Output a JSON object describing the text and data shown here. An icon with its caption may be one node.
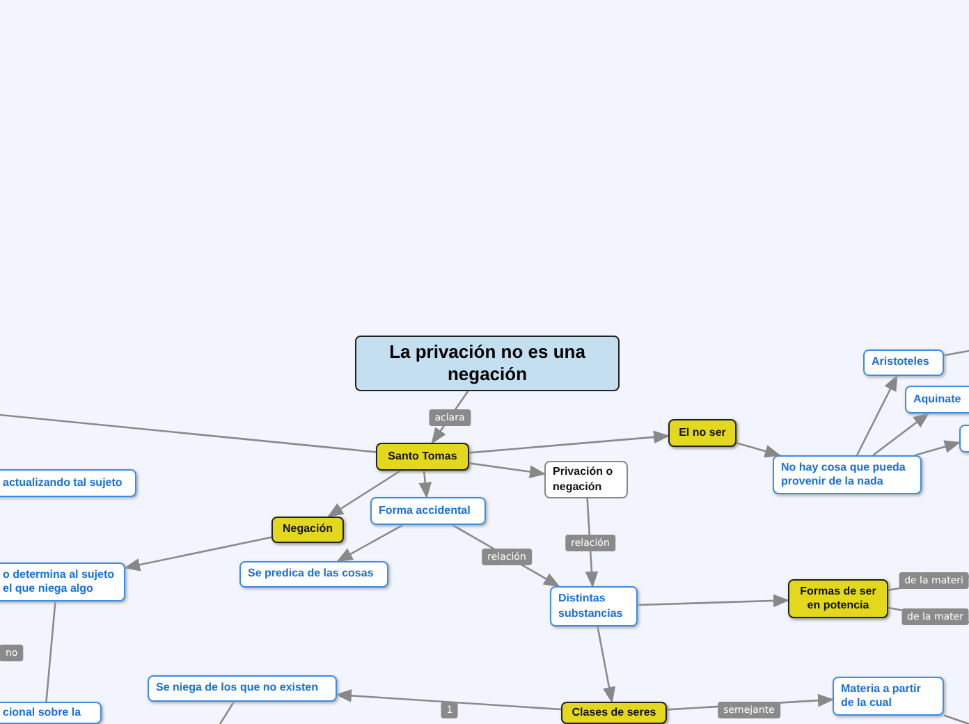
{
  "diagram": {
    "nodes": [
      {
        "text": [
          "La privación no es una negación"
        ]
      },
      {
        "text": [
          "Santo Tomas"
        ]
      },
      {
        "text": [
          "El no ser"
        ]
      },
      {
        "text": [
          "Privación o negación"
        ]
      },
      {
        "text": [
          "Negación"
        ]
      },
      {
        "text": [
          "Forma accidental"
        ]
      },
      {
        "text": [
          "actualizando tal sujeto"
        ]
      },
      {
        "text": [
          "o determina al sujeto el que niega algo"
        ]
      },
      {
        "text": [
          "Se predica de las cosas"
        ]
      },
      {
        "text": [
          "No hay cosa que pueda provenir de la nada"
        ]
      },
      {
        "text": [
          "Aristoteles"
        ]
      },
      {
        "text": [
          "Aquinate"
        ]
      },
      {
        "text": [],
        "shape": "box"
      },
      {
        "text": [
          "Formas de ser en potencia"
        ]
      },
      {
        "text": [
          "Distintas substancias"
        ]
      },
      {
        "text": [
          "Se niega de los que no existen"
        ]
      },
      {
        "text": [
          "Materia a partir de la cual"
        ]
      },
      {
        "text": [
          "Clases de seres"
        ]
      },
      {
        "text": [
          "cional sobre la"
        ]
      }
    ],
    "edges": [
      {
        "from": 0,
        "to": 1,
        "arrow": "to",
        "label": "aclara"
      },
      {
        "from": null,
        "to": 1,
        "arrow": "none"
      },
      {
        "from": 1,
        "to": 2,
        "arrow": "to"
      },
      {
        "from": 1,
        "to": 3,
        "arrow": "to"
      },
      {
        "from": 1,
        "to": 4,
        "arrow": "to"
      },
      {
        "from": 1,
        "to": 5,
        "arrow": "to"
      },
      {
        "from": 4,
        "to": 7,
        "arrow": "to"
      },
      {
        "from": 5,
        "to": 8,
        "arrow": "to"
      },
      {
        "from": 5,
        "to": 14,
        "arrow": "to",
        "label": "relación"
      },
      {
        "from": 3,
        "to": 14,
        "arrow": "to",
        "label": "relación"
      },
      {
        "from": 7,
        "to": 18,
        "arrow": "none",
        "label": "no"
      },
      {
        "from": 2,
        "to": 9,
        "arrow": "to"
      },
      {
        "from": 9,
        "to": 10,
        "arrow": "to"
      },
      {
        "from": 9,
        "to": 11,
        "arrow": "to"
      },
      {
        "from": 9,
        "to": 12,
        "arrow": "to"
      },
      {
        "from": 10,
        "to": null,
        "arrow": "none"
      },
      {
        "from": 14,
        "to": 13,
        "arrow": "to"
      },
      {
        "from": 13,
        "to": null,
        "arrow": "none",
        "label": "de la materi"
      },
      {
        "from": 13,
        "to": null,
        "arrow": "none",
        "label": "de la mater"
      },
      {
        "from": 14,
        "to": 17,
        "arrow": "to"
      },
      {
        "from": 17,
        "to": 15,
        "arrow": "to",
        "label": "1"
      },
      {
        "from": 17,
        "to": 16,
        "arrow": "to",
        "label": "semejante"
      },
      {
        "from": 15,
        "to": null,
        "arrow": "none"
      },
      {
        "from": 16,
        "to": null,
        "arrow": "none"
      }
    ]
  }
}
